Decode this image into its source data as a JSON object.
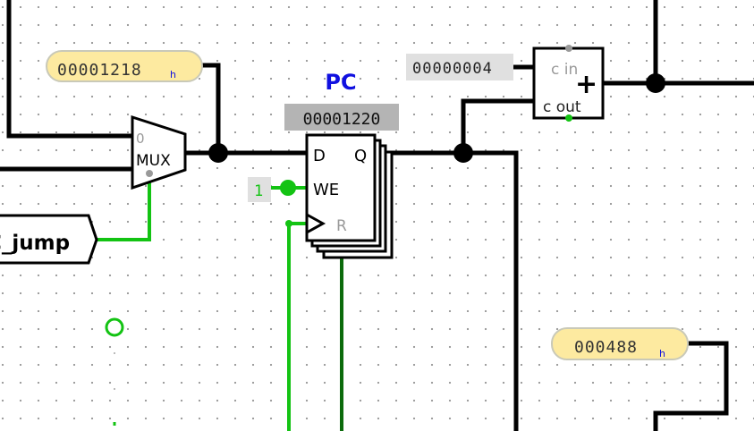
{
  "colors": {
    "wire_bus": "#000000",
    "wire_active": "#13c313",
    "wire_inactive": "#0b6b0b",
    "pin_fill": "#fdeaa0",
    "pin_stroke": "#c9c9b8",
    "register_label": "#1010e0",
    "value_box": "#e0e0e0",
    "value_box_dark": "#b4b4b4",
    "subscript": "#1010e0"
  },
  "constants": {
    "jump_target": {
      "value": "00001218",
      "radix": "h"
    },
    "increment": {
      "value": "00000004"
    },
    "we_value": {
      "value": "1"
    },
    "right_pin": {
      "value": "000488",
      "radix": "h"
    }
  },
  "mux": {
    "label": "MUX",
    "select_zero": "0"
  },
  "register": {
    "name": "PC",
    "value": "00001220",
    "ports": {
      "d": "D",
      "q": "Q",
      "we": "WE",
      "r": "R"
    }
  },
  "adder": {
    "c_in": "c in",
    "c_out": "c out",
    "op": "+"
  },
  "tunnel": {
    "label": "C_jump"
  }
}
